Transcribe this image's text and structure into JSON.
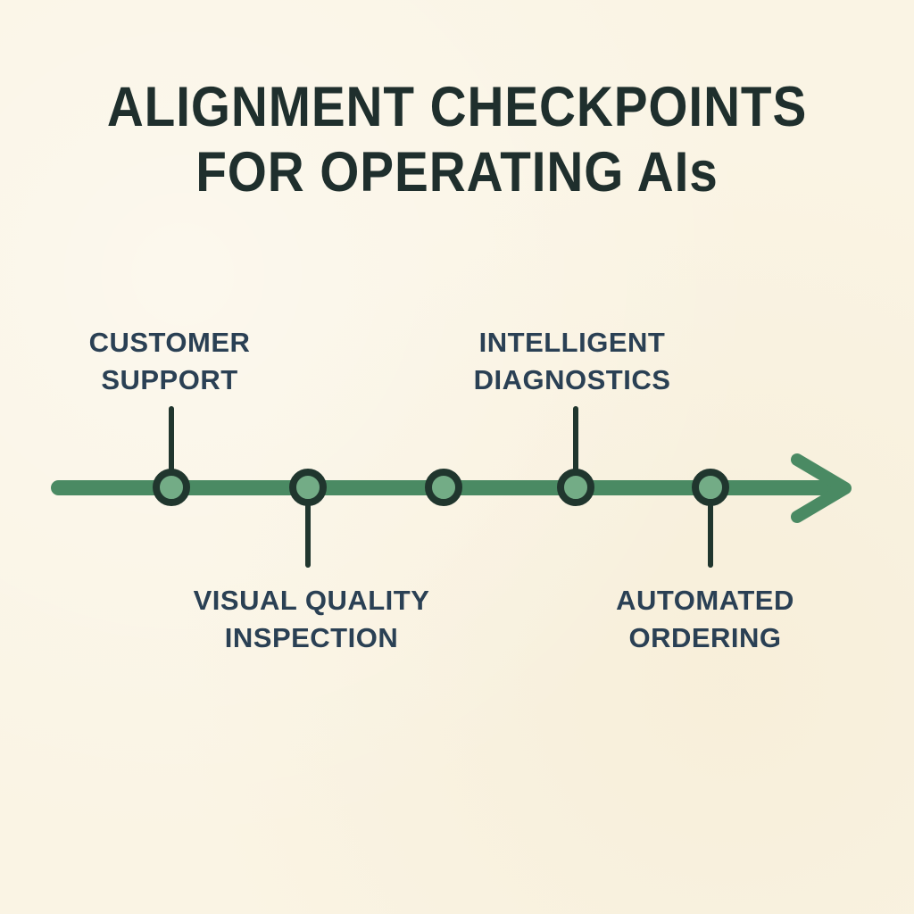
{
  "title": {
    "line1": "ALIGNMENT CHECKPOINTS",
    "line2": "FOR OPERATING AIs"
  },
  "timeline": {
    "type": "horizontal-arrow-timeline",
    "direction": "left-to-right",
    "node_count": 5,
    "colors": {
      "background": "#FAF4E4",
      "bar": "#4A8A63",
      "node_fill": "#73AC86",
      "node_ring": "#20362E",
      "connector": "#20362E",
      "title_text": "#1F2F2D",
      "label_text": "#2A4054"
    },
    "checkpoints": [
      {
        "label": "CUSTOMER SUPPORT",
        "line1": "CUSTOMER",
        "line2": "SUPPORT",
        "label_position": "above"
      },
      {
        "label": "VISUAL QUALITY INSPECTION",
        "line1": "VISUAL QUALITY",
        "line2": "INSPECTION",
        "label_position": "below"
      },
      {
        "label": "",
        "line1": "",
        "line2": "",
        "label_position": "none"
      },
      {
        "label": "INTELLIGENT DIAGNOSTICS",
        "line1": "INTELLIGENT",
        "line2": "DIAGNOSTICS",
        "label_position": "above"
      },
      {
        "label": "AUTOMATED ORDERING",
        "line1": "AUTOMATED",
        "line2": "ORDERING",
        "label_position": "below"
      }
    ]
  }
}
